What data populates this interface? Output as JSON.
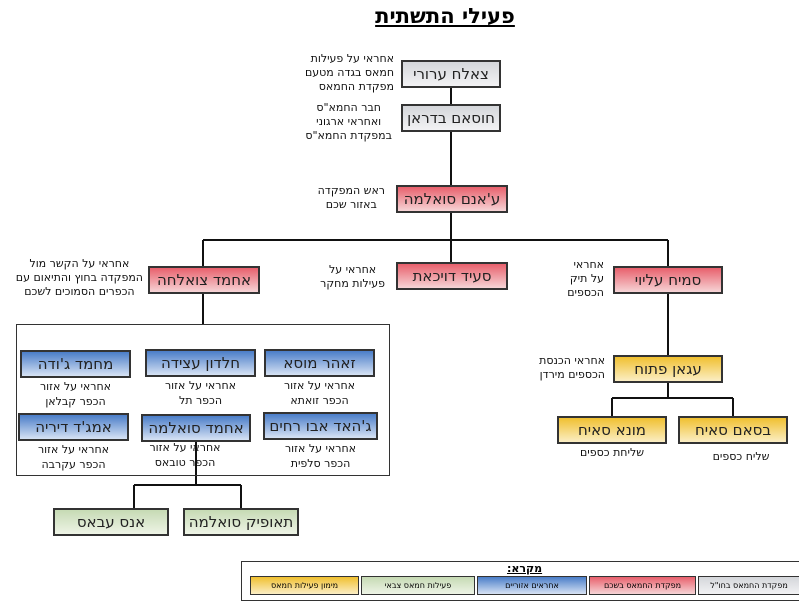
{
  "title": "פעילי התשתית",
  "nodes": {
    "n1": {
      "name": "צאלח ערורי",
      "note": [
        "אחראי על פעילות",
        "חמאס בגדה מטעם",
        "מפקדת החמאס"
      ]
    },
    "n2": {
      "name": "חוסאם בדראן",
      "note": [
        "חבר החמא\"ס",
        "ואחראי ארגוני",
        "במפקדת החמא\"ס"
      ]
    },
    "n3": {
      "name": "ע'אנם סואלמה",
      "note": [
        "ראש המפקדה",
        "באזור שכם"
      ]
    },
    "n4": {
      "name": "אחמד צואלחה",
      "note": [
        "אחראי על הקשר מול",
        "המפקדה בחוץ והתיאום עם",
        "הכפרים הסמוכים לשכם"
      ]
    },
    "n5": {
      "name": "סעיד דויכאת",
      "note": [
        "אחראי על",
        "פעילות מחקר"
      ]
    },
    "n6": {
      "name": "סמיח עליוי",
      "note": [
        "אחראי",
        "על תיק",
        "הכספים"
      ]
    },
    "n7": {
      "name": "עגאן פתוח",
      "note": [
        "אחראי הכנסת",
        "הכספים מירדן"
      ]
    },
    "n8": {
      "name": "בסאם סאיח",
      "note": [
        "שליח כספים"
      ]
    },
    "n9": {
      "name": "מונא סאיח",
      "note": [
        "שליחת כספים"
      ]
    },
    "b1": {
      "name": "זאהר מוסא",
      "note": [
        "אחראי על אזור",
        "הכפר זואתא"
      ]
    },
    "b2": {
      "name": "חלדון עצידה",
      "note": [
        "אחראי על אזור",
        "הכפר תל"
      ]
    },
    "b3": {
      "name": "מחמד ג'ודה",
      "note": [
        "אחראי על אזור",
        "הכפר קבלאן"
      ]
    },
    "b4": {
      "name": "ג'האד אבו רחים",
      "note": [
        "אחראי על אזור",
        "הכפר סלפית"
      ]
    },
    "b5": {
      "name": "אחמד סואלמה",
      "note": [
        "אחראי על אזור",
        "הכפר טובאס"
      ]
    },
    "b6": {
      "name": "אמג'ד דיריה",
      "note": [
        "אחראי על אזור",
        "הכפר עקרבה"
      ]
    },
    "g1": {
      "name": "תאופיק סואלמה"
    },
    "g2": {
      "name": "אנס עבאס"
    }
  },
  "legend": {
    "title": "מקרא:",
    "items": [
      {
        "label": "מפקדת החמאס בחו\"ל",
        "color": "#d4d6da"
      },
      {
        "label": "מפקדת החמאס בשכם",
        "color": "#e8606c"
      },
      {
        "label": "אחראים אזוריים",
        "color": "#4a7dc8"
      },
      {
        "label": "פעילות חמאס צבאי",
        "color": "#c6dab4"
      },
      {
        "label": "מימון פעילות חמאס",
        "color": "#f0c030"
      }
    ]
  }
}
